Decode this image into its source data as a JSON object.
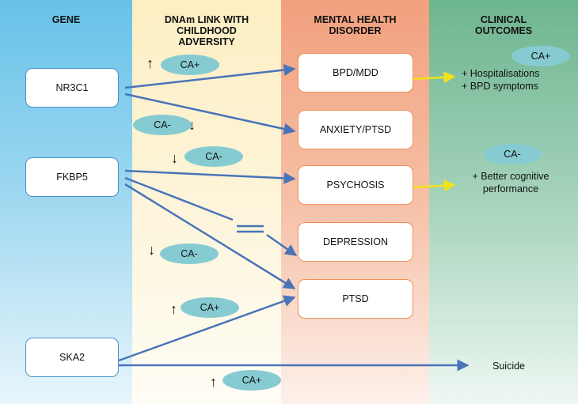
{
  "headers": {
    "gene": "GENE",
    "dnam": "DNAm LINK WITH CHILDHOOD ADVERSITY",
    "mental": "MENTAL HEALTH DISORDER",
    "clinical": "CLINICAL OUTCOMES"
  },
  "genes": {
    "nr3c1": "NR3C1",
    "fkbp5": "FKBP5",
    "ska2": "SKA2"
  },
  "disorders": {
    "bpd_mdd": "BPD/MDD",
    "anxiety_ptsd": "ANXIETY/PTSD",
    "psychosis": "PSYCHOSIS",
    "depression": "DEPRESSION",
    "ptsd": "PTSD"
  },
  "ca_labels": {
    "nr3c1_bpd": "CA+",
    "nr3c1_anx": "CA-",
    "fkbp5_psy": "CA-",
    "fkbp5_dep": "CA-",
    "fkbp5_ptsd": "CA+",
    "ska2_suicide": "CA+",
    "clin_bpd": "CA+",
    "clin_psy": "CA-"
  },
  "direction_arrows": {
    "nr3c1_bpd": "↑",
    "nr3c1_anx": "↓",
    "fkbp5_psy": "↓",
    "fkbp5_dep": "↓",
    "fkbp5_ptsd": "↑",
    "ska2_suicide": "↑"
  },
  "outcomes": {
    "bpd_line1": "+ Hospitalisations",
    "bpd_line2": "+ BPD symptoms",
    "psy_line1": "+ Better cognitive",
    "psy_line2": "performance",
    "suicide": "Suicide"
  },
  "colors": {
    "connector": "#4a74b8",
    "outcome_arrow": "#f2e21a",
    "pill": "#86cbd2"
  }
}
